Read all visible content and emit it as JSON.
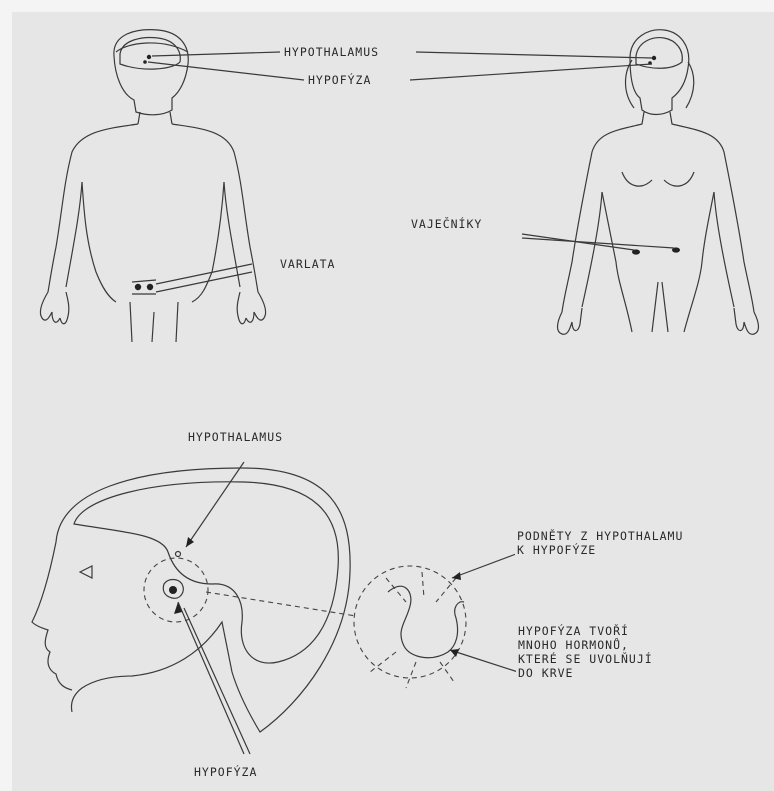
{
  "labels": {
    "hypothalamus_top": "HYPOTHALAMUS",
    "hypofyza_top": "HYPOFÝZA",
    "varlata": "VARLATA",
    "vajecniky": "VAJEČNÍKY",
    "hypothalamus_bottom": "HYPOTHALAMUS",
    "hypofyza_bottom": "HYPOFÝZA",
    "podnety": "PODNĚTY Z HYPOTHALAMU\nK HYPOFÝZE",
    "hypofyza_tvori": "HYPOFÝZA TVOŘÍ\nMNOHO HORMONŮ,\nKTERÉ SE UVOLŇUJÍ\nDO KRVE"
  },
  "colors": {
    "background": "#e6e6e6",
    "ink": "#2a2a2a"
  }
}
